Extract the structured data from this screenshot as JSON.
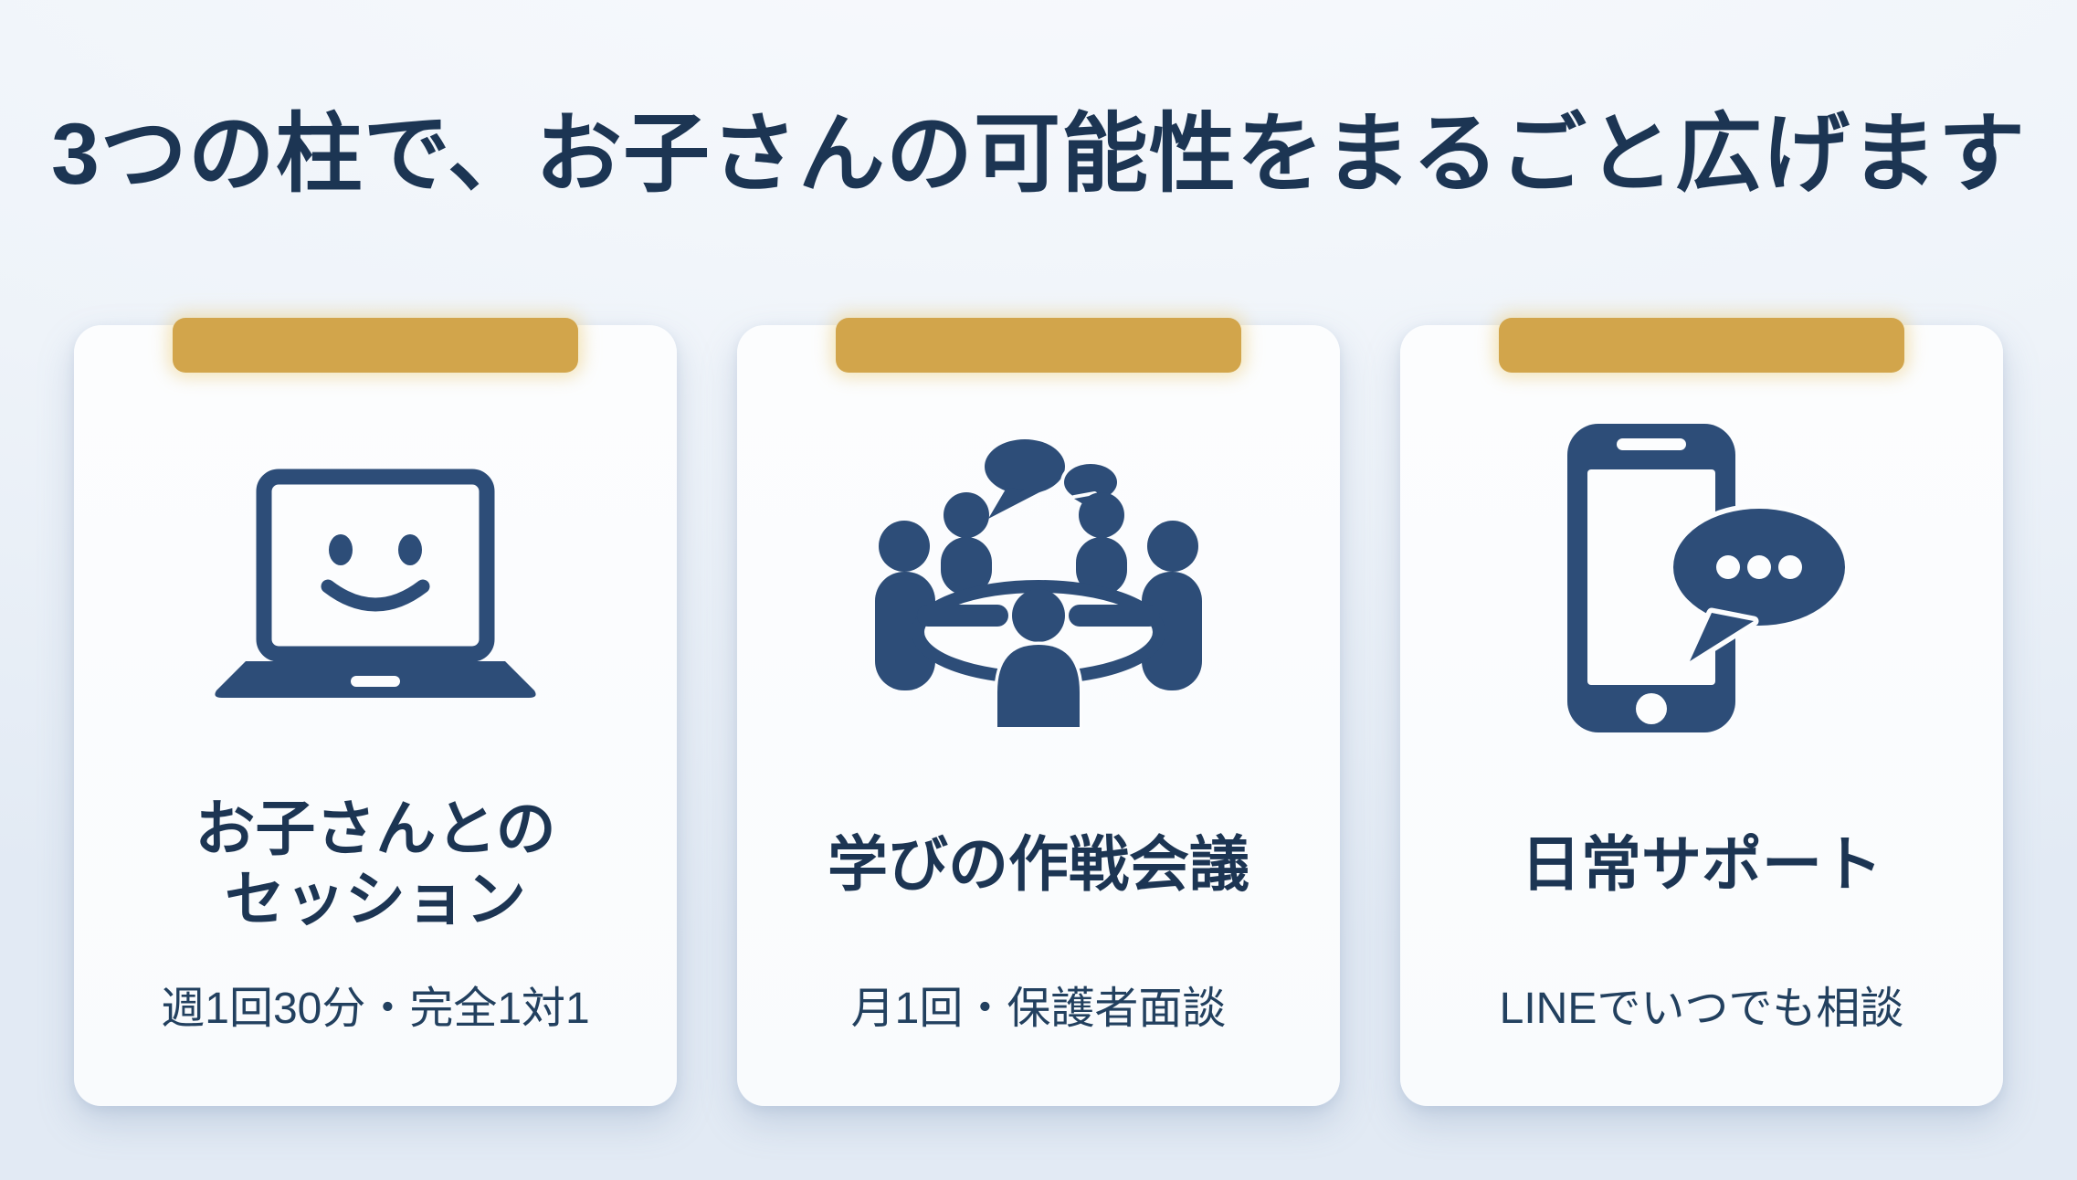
{
  "page_title": "3つの柱で、お子さんの可能性をまるごと広げます",
  "colors": {
    "accent_gold": "#d2a54b",
    "icon_navy": "#2d4d78",
    "title_navy": "#1c3553",
    "subtitle_navy": "#22405f",
    "card_background": "#fcfdfe",
    "background_top": "#f8fafd",
    "background_bottom": "#e2eaf4"
  },
  "cards": [
    {
      "id": "child-session",
      "icon": "laptop-smile-icon",
      "title_lines": [
        "お子さんとの",
        "セッション"
      ],
      "subtitle": "週1回30分・完全1対1"
    },
    {
      "id": "strategy-meeting",
      "icon": "meeting-table-icon",
      "title_lines": [
        "学びの作戦会議"
      ],
      "subtitle": "月1回・保護者面談"
    },
    {
      "id": "daily-support",
      "icon": "phone-chat-icon",
      "title_lines": [
        "日常サポート"
      ],
      "subtitle": "LINEでいつでも相談"
    }
  ]
}
